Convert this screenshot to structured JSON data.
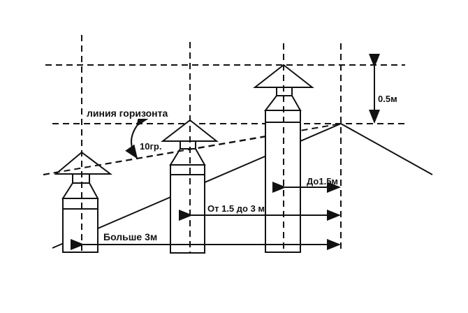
{
  "labels": {
    "horizon_line": "линия горизонта",
    "angle": "10гр.",
    "height_above_ridge": "0.5м",
    "up_to_1_5": "До1.5м",
    "from_1_5_to_3": "От 1.5 до 3 м",
    "more_than_3": "Больше 3м"
  }
}
